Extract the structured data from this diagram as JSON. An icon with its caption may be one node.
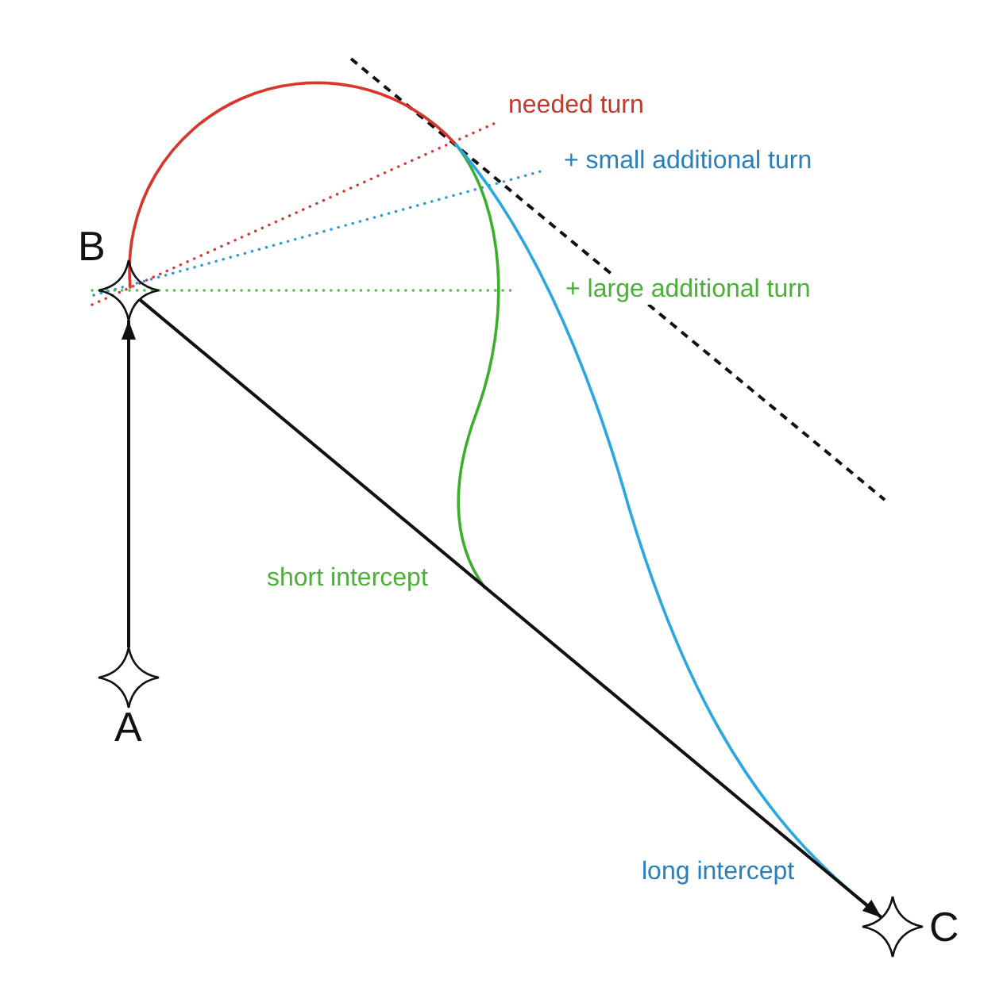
{
  "diagram": {
    "nodes": [
      {
        "text": [
          "B"
        ]
      },
      {
        "text": [
          "A"
        ]
      },
      {
        "text": [
          "C"
        ]
      }
    ],
    "edges": [
      {
        "from": 1,
        "to": 0,
        "arrow": "to"
      },
      {
        "from": 0,
        "to": 2,
        "arrow": "to"
      }
    ],
    "labels": [
      "needed turn",
      "+ small additional turn",
      "+ large additional turn",
      "short intercept",
      "long intercept"
    ]
  }
}
